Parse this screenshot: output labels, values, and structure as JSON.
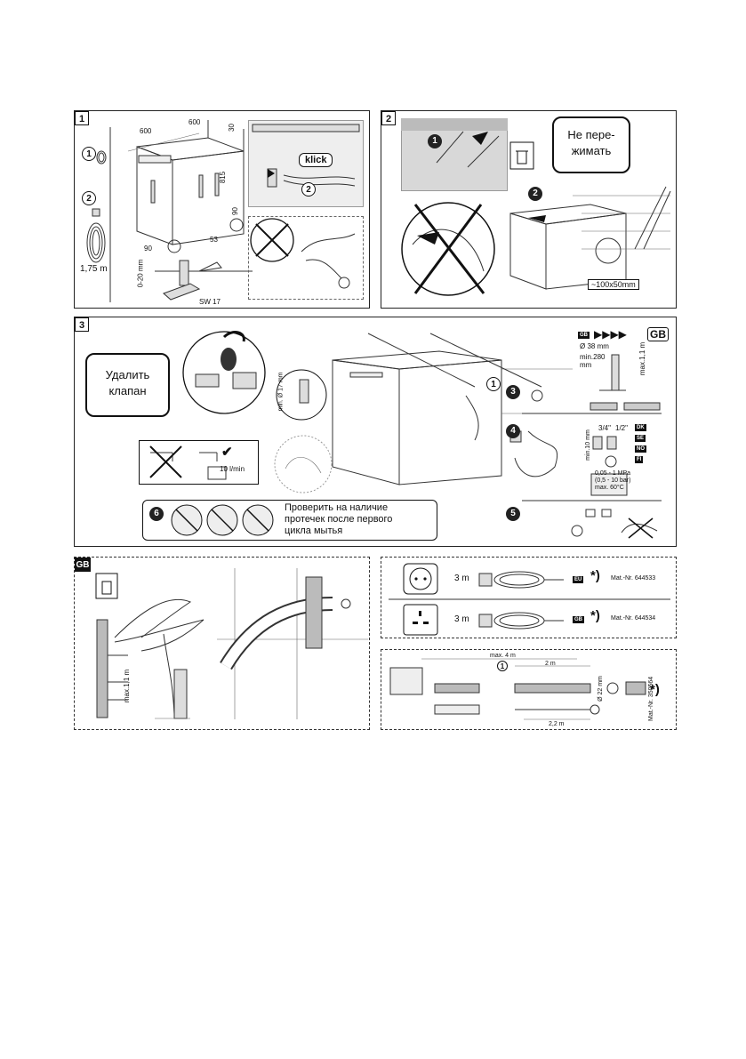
{
  "panel1": {
    "number": "1",
    "dim_width": "600",
    "dim_depth": "600",
    "dim_30": "30",
    "dim_815": "815",
    "dim_90a": "90",
    "dim_90b": "90",
    "dim_53": "53",
    "dim_gap": "0-20 mm",
    "wrench": "SW 17",
    "cable_length": "1,75 m",
    "part1": "1",
    "part2": "2",
    "klick": "klick",
    "callout2": "2"
  },
  "panel2": {
    "number": "2",
    "step1": "1",
    "step2": "2",
    "no_kink_text": "Не пере-\nжимать",
    "opening": "~100x50mm"
  },
  "panel3": {
    "number": "3",
    "remove_valve_text": "Удалить\nклапан",
    "min17": "min. Ø 17 mm",
    "flow": "10 l/min",
    "callout1": "1",
    "step3": "3",
    "step4": "4",
    "step5": "5",
    "step6": "6",
    "check_leaks_text": "Проверить на наличие\nпротечек после первого\nцикла мытья",
    "gb_small": "GB",
    "arrows": "▶▶▶▶",
    "gb_big": "GB",
    "dia38": "Ø 38 mm",
    "min280": "min.280\nmm",
    "max11": "max.1,1 m",
    "min10": "min.10 mm",
    "thread34": "3/4\"",
    "thread12": "1/2\"",
    "countries": [
      "DK",
      "SE",
      "NO",
      "FI"
    ],
    "pressure": "0,05 - 1 MPa\n(0,5 - 10 bar)\nmax. 60°C"
  },
  "panel_gb": {
    "label": "GB",
    "max11": "max.1,1 m"
  },
  "panel_power": {
    "rows": [
      {
        "length": "3 m",
        "flag": "EU",
        "mat": "Mat.-Nr. 644533"
      },
      {
        "length": "3 m",
        "flag": "GB",
        "mat": "Mat.-Nr. 644534"
      }
    ],
    "asterisk": "*)"
  },
  "panel_hose": {
    "max4": "max. 4 m",
    "callout1": "1",
    "len2": "2 m",
    "dia22": "Ø 22 mm",
    "len22": "2,2 m",
    "asterisk": "*)",
    "mat": "Mat.-Nr. 350564"
  }
}
